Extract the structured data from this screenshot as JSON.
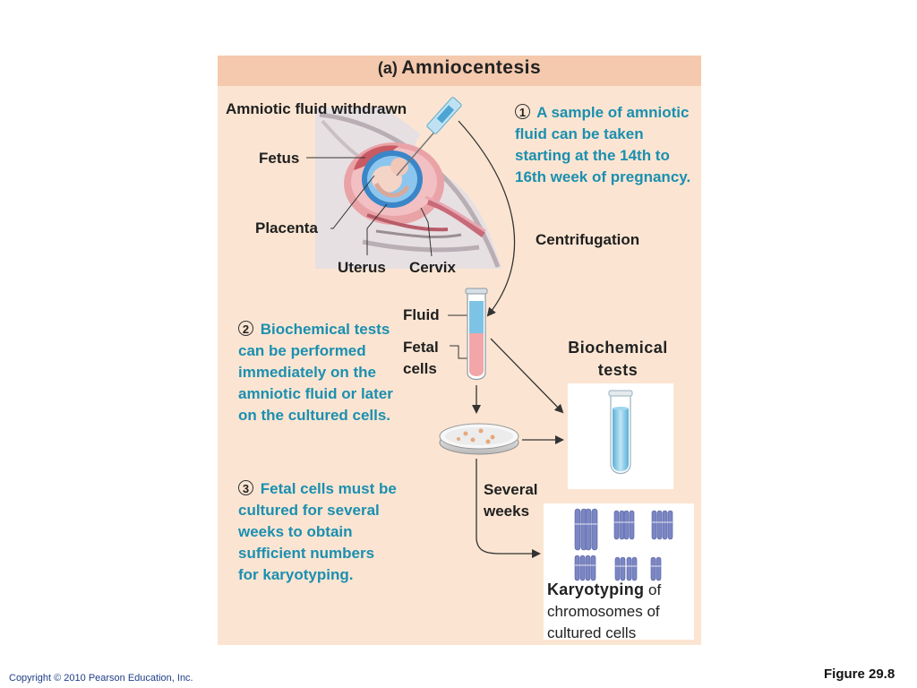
{
  "title": {
    "prefix": "(a)",
    "text": "Amniocentesis"
  },
  "labels": {
    "withdrawn": "Amniotic fluid withdrawn",
    "fetus": "Fetus",
    "placenta": "Placenta",
    "uterus": "Uterus",
    "cervix": "Cervix",
    "centrifugation": "Centrifugation",
    "fluid": "Fluid",
    "fetal": "Fetal",
    "cells": "cells",
    "several": "Several",
    "weeks": "weeks"
  },
  "steps": [
    {
      "number": "1",
      "text": "A sample of amniotic fluid can be taken starting at the 14th to 16th week of pregnancy."
    },
    {
      "number": "2",
      "text": "Biochemical tests can be performed immediately on the amniotic fluid or later on the cultured cells."
    },
    {
      "number": "3",
      "text": "Fetal cells must be cultured for several weeks to obtain sufficient numbers for karyotyping."
    }
  ],
  "biochemical": {
    "line1": "Biochemical",
    "line2": "tests"
  },
  "karyotyping": {
    "strong": "Karyotyping",
    "rest": " of chromosomes of cultured cells"
  },
  "footer": {
    "copyright": "Copyright © 2010 Pearson Education, Inc.",
    "figure": "Figure 29.8"
  },
  "colors": {
    "panel": "#fbe5d2",
    "header": "#f4c9ad",
    "step_text": "#1b8fb0",
    "chromosome": "#7b86c4"
  }
}
